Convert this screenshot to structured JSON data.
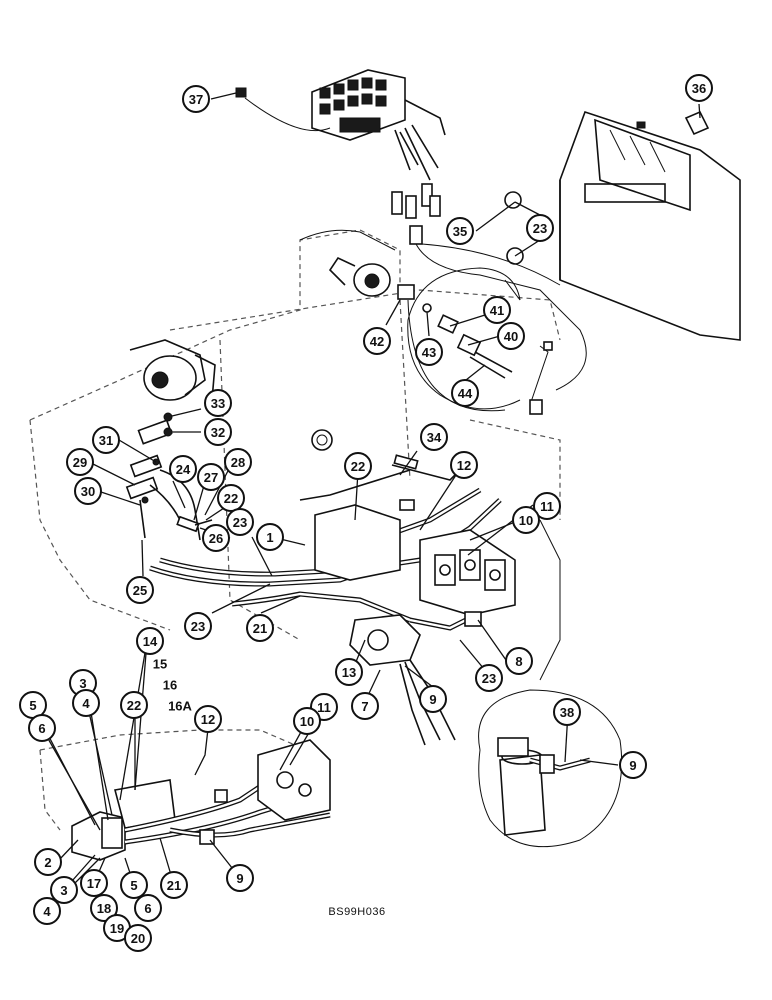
{
  "diagram": {
    "drawing_code": "BS99H036",
    "callouts": [
      {
        "id": "c37",
        "label": "37"
      },
      {
        "id": "c36",
        "label": "36"
      },
      {
        "id": "c35",
        "label": "35"
      },
      {
        "id": "c23a",
        "label": "23"
      },
      {
        "id": "c42",
        "label": "42"
      },
      {
        "id": "c43",
        "label": "43"
      },
      {
        "id": "c41",
        "label": "41"
      },
      {
        "id": "c40",
        "label": "40"
      },
      {
        "id": "c44",
        "label": "44"
      },
      {
        "id": "c33",
        "label": "33"
      },
      {
        "id": "c32",
        "label": "32"
      },
      {
        "id": "c31",
        "label": "31"
      },
      {
        "id": "c34",
        "label": "34"
      },
      {
        "id": "c29",
        "label": "29"
      },
      {
        "id": "c24",
        "label": "24"
      },
      {
        "id": "c27",
        "label": "27"
      },
      {
        "id": "c28",
        "label": "28"
      },
      {
        "id": "c22a",
        "label": "22"
      },
      {
        "id": "c12a",
        "label": "12"
      },
      {
        "id": "c30",
        "label": "30"
      },
      {
        "id": "c22b",
        "label": "22"
      },
      {
        "id": "c11a",
        "label": "11"
      },
      {
        "id": "c10a",
        "label": "10"
      },
      {
        "id": "c23b",
        "label": "23"
      },
      {
        "id": "c1",
        "label": "1"
      },
      {
        "id": "c26",
        "label": "26"
      },
      {
        "id": "c25",
        "label": "25"
      },
      {
        "id": "c23c",
        "label": "23"
      },
      {
        "id": "c21a",
        "label": "21"
      },
      {
        "id": "c14",
        "label": "14"
      },
      {
        "id": "c13",
        "label": "13"
      },
      {
        "id": "c8",
        "label": "8"
      },
      {
        "id": "c23d",
        "label": "23"
      },
      {
        "id": "c3a",
        "label": "3"
      },
      {
        "id": "c4a",
        "label": "4"
      },
      {
        "id": "c22c",
        "label": "22"
      },
      {
        "id": "c7",
        "label": "7"
      },
      {
        "id": "c9a",
        "label": "9"
      },
      {
        "id": "c5a",
        "label": "5"
      },
      {
        "id": "c6a",
        "label": "6"
      },
      {
        "id": "c12b",
        "label": "12"
      },
      {
        "id": "c11b",
        "label": "11"
      },
      {
        "id": "c10b",
        "label": "10"
      },
      {
        "id": "c38",
        "label": "38"
      },
      {
        "id": "c9b",
        "label": "9"
      },
      {
        "id": "c2",
        "label": "2"
      },
      {
        "id": "c9c",
        "label": "9"
      },
      {
        "id": "c3b",
        "label": "3"
      },
      {
        "id": "c17",
        "label": "17"
      },
      {
        "id": "c5b",
        "label": "5"
      },
      {
        "id": "c21b",
        "label": "21"
      },
      {
        "id": "c4b",
        "label": "4"
      },
      {
        "id": "c18",
        "label": "18"
      },
      {
        "id": "c6b",
        "label": "6"
      },
      {
        "id": "c19",
        "label": "19"
      },
      {
        "id": "c20",
        "label": "20"
      }
    ],
    "plain_labels": [
      {
        "id": "p15",
        "label": "15"
      },
      {
        "id": "p16",
        "label": "16"
      },
      {
        "id": "p16a",
        "label": "16A"
      }
    ]
  }
}
